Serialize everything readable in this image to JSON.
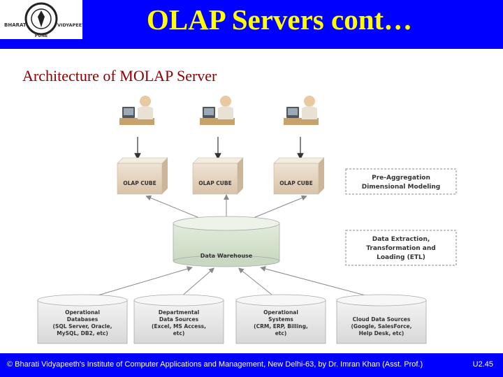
{
  "header": {
    "title": "OLAP Servers cont…",
    "logo_top_left": "BHARATI",
    "logo_top_right": "VIDYAPEETH",
    "logo_bottom": "PUNE"
  },
  "subtitle": "Architecture of MOLAP Server",
  "diagram": {
    "cubes": [
      "OLAP CUBE",
      "OLAP CUBE",
      "OLAP CUBE"
    ],
    "warehouse": "Data Warehouse",
    "side_boxes": [
      [
        "Pre-Aggregation",
        "Dimensional Modeling"
      ],
      [
        "Data Extraction,",
        "Transformation and",
        "Loading (ETL)"
      ]
    ],
    "sources": [
      [
        "Operational",
        "Databases",
        "(SQL Server, Oracle,",
        "MySQL, DB2, etc)"
      ],
      [
        "Departmental",
        "Data Sources",
        "(Excel, MS Access,",
        "etc)"
      ],
      [
        "Operational",
        "Systems",
        "(CRM, ERP, Billing,",
        "etc)"
      ],
      [
        "Cloud Data Sources",
        "(Google, SalesForce,",
        "Help Desk, etc)"
      ]
    ]
  },
  "footer": {
    "credit": "© Bharati Vidyapeeth's Institute of Computer Applications and Management, New Delhi-63, by Dr. Imran Khan (Asst. Prof.)",
    "page": "U2.45"
  },
  "colors": {
    "header_bg": "#0000ff",
    "title": "#ffff00",
    "subtitle": "#8b0000"
  }
}
